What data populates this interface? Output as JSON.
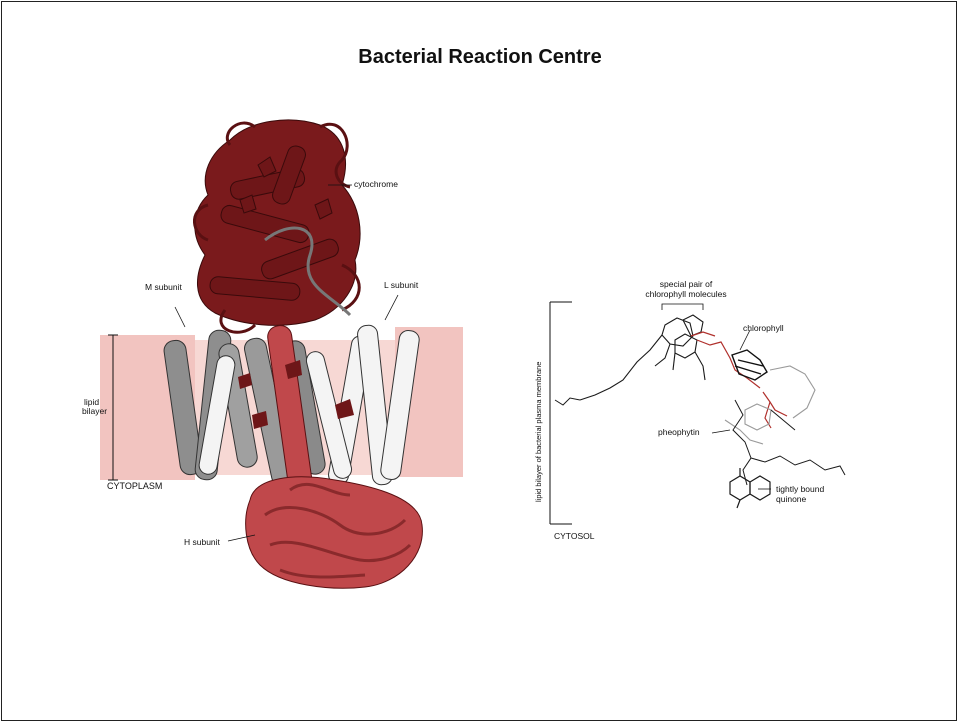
{
  "slide": {
    "title": "Bacterial Reaction Centre"
  },
  "left_figure": {
    "labels": {
      "cytochrome": "cytochrome",
      "m_subunit": "M subunit",
      "l_subunit": "L subunit",
      "lipid": "lipid",
      "bilayer": "bilayer",
      "cytoplasm": "CYTOPLASM",
      "h_subunit": "H subunit"
    },
    "colors": {
      "membrane": "#f2c4c0",
      "cytochrome": "#6e1618",
      "m_subunit": "#8e8e8e",
      "l_subunit": "#f4f4f4",
      "h_subunit": "#c0484b"
    }
  },
  "right_figure": {
    "labels": {
      "special_pair_1": "special pair of",
      "special_pair_2": "chlorophyll molecules",
      "chlorophyll": "chlorophyll",
      "pheophytin": "pheophytin",
      "quinone_1": "tightly bound",
      "quinone_2": "quinone",
      "membrane_axis": "lipid bilayer of bacterial plasma membrane",
      "cytosol": "CYTOSOL"
    },
    "colors": {
      "dark": "#1a1a1a",
      "red": "#b0302c",
      "grey": "#9a9a9a"
    }
  }
}
